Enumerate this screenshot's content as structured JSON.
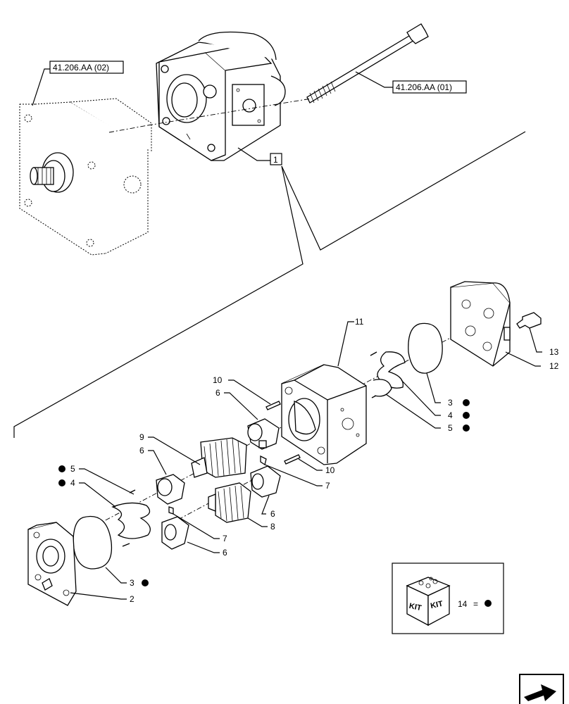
{
  "references": {
    "ref_left": "41.206.AA (02)",
    "ref_right": "41.206.AA (01)",
    "group_number": "1"
  },
  "callouts": {
    "c2": "2",
    "c3a": "3",
    "c3b": "3",
    "c4a": "4",
    "c4b": "4",
    "c5a": "5",
    "c5b": "5",
    "c6a": "6",
    "c6b": "6",
    "c6c": "6",
    "c6d": "6",
    "c7a": "7",
    "c7b": "7",
    "c8": "8",
    "c9": "9",
    "c10a": "10",
    "c10b": "10",
    "c11": "11",
    "c12": "12",
    "c13": "13"
  },
  "kit_legend": {
    "box_label_1": "KIT",
    "box_label_2": "KIT",
    "item_number": "14",
    "equals": "="
  },
  "icons": {
    "kit": "kit-box-icon",
    "navigation": "next-page-arrow-icon",
    "marker": "filled-circle-bullet"
  }
}
